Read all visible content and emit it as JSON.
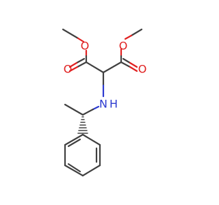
{
  "molecule": {
    "atoms": [
      {
        "id": "o_carbonyl_left",
        "symbol": "O",
        "color": "#e02020"
      },
      {
        "id": "o_ester_left",
        "symbol": "O",
        "color": "#e02020"
      },
      {
        "id": "o_ester_right",
        "symbol": "O",
        "color": "#e02020"
      },
      {
        "id": "o_carbonyl_right",
        "symbol": "O",
        "color": "#e02020"
      },
      {
        "id": "n_amine",
        "symbol": "N",
        "color": "#2c3ad0"
      },
      {
        "id": "h_amine",
        "symbol": "H",
        "color": "#2c3ad0"
      }
    ],
    "stereo": "wedge-hashed",
    "colors": {
      "carbon_bond": "#404040",
      "oxygen": "#e02020",
      "nitrogen": "#2c3ad0"
    }
  }
}
